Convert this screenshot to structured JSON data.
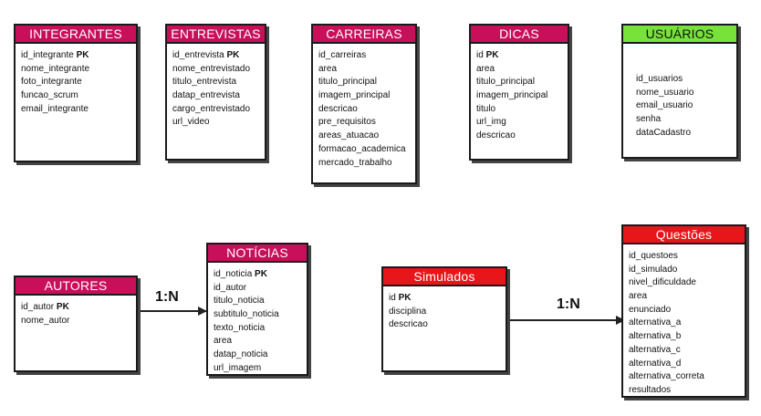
{
  "colors": {
    "magenta": "#c8105a",
    "green": "#77e23a",
    "red": "#e8161a"
  },
  "entities": {
    "integrantes": {
      "title": "INTEGRANTES",
      "fields": [
        "id_integrante",
        "nome_integrante",
        "foto_integrante",
        "funcao_scrum",
        "email_integrante"
      ],
      "pk_label": "PK"
    },
    "entrevistas": {
      "title": "ENTREVISTAS",
      "fields": [
        "id_entrevista",
        "nome_entrevistado",
        "titulo_entrevista",
        "datap_entrevista",
        "cargo_entrevistado",
        "url_video"
      ],
      "pk_label": "PK"
    },
    "carreiras": {
      "title": "CARREIRAS",
      "fields": [
        "id_carreiras",
        "area",
        "titulo_principal",
        "imagem_principal",
        "descricao",
        "pre_requisitos",
        "areas_atuacao",
        "formacao_academica",
        "mercado_trabalho"
      ]
    },
    "dicas": {
      "title": "DICAS",
      "fields": [
        "id",
        "area",
        "titulo_principal",
        "imagem_principal",
        "titulo",
        "url_img",
        "descricao"
      ],
      "pk_label": "PK"
    },
    "usuarios": {
      "title": "USUÁRIOS",
      "fields": [
        "id_usuarios",
        "nome_usuario",
        "email_usuario",
        "senha",
        "dataCadastro"
      ]
    },
    "autores": {
      "title": "AUTORES",
      "fields": [
        "id_autor",
        "nome_autor"
      ],
      "pk_label": "PK"
    },
    "noticias": {
      "title": "NOTÍCIAS",
      "fields": [
        "id_noticia",
        "id_autor",
        "titulo_noticia",
        "subtitulo_noticia",
        "texto_noticia",
        "area",
        "datap_noticia",
        "url_imagem"
      ],
      "pk_label": "PK"
    },
    "simulados": {
      "title": "Simulados",
      "fields": [
        "id",
        "disciplina",
        "descricao"
      ],
      "pk_label": "PK"
    },
    "questoes": {
      "title": "Questões",
      "fields": [
        "id_questoes",
        "id_simulado",
        "nivel_dificuldade",
        "area",
        "enunciado",
        "alternativa_a",
        "alternativa_b",
        "alternativa_c",
        "alternativa_d",
        "alternativa_correta",
        "resultados"
      ]
    }
  },
  "relationships": [
    {
      "from": "AUTORES",
      "to": "NOTÍCIAS",
      "label": "1:N"
    },
    {
      "from": "Simulados",
      "to": "Questões",
      "label": "1:N"
    }
  ]
}
